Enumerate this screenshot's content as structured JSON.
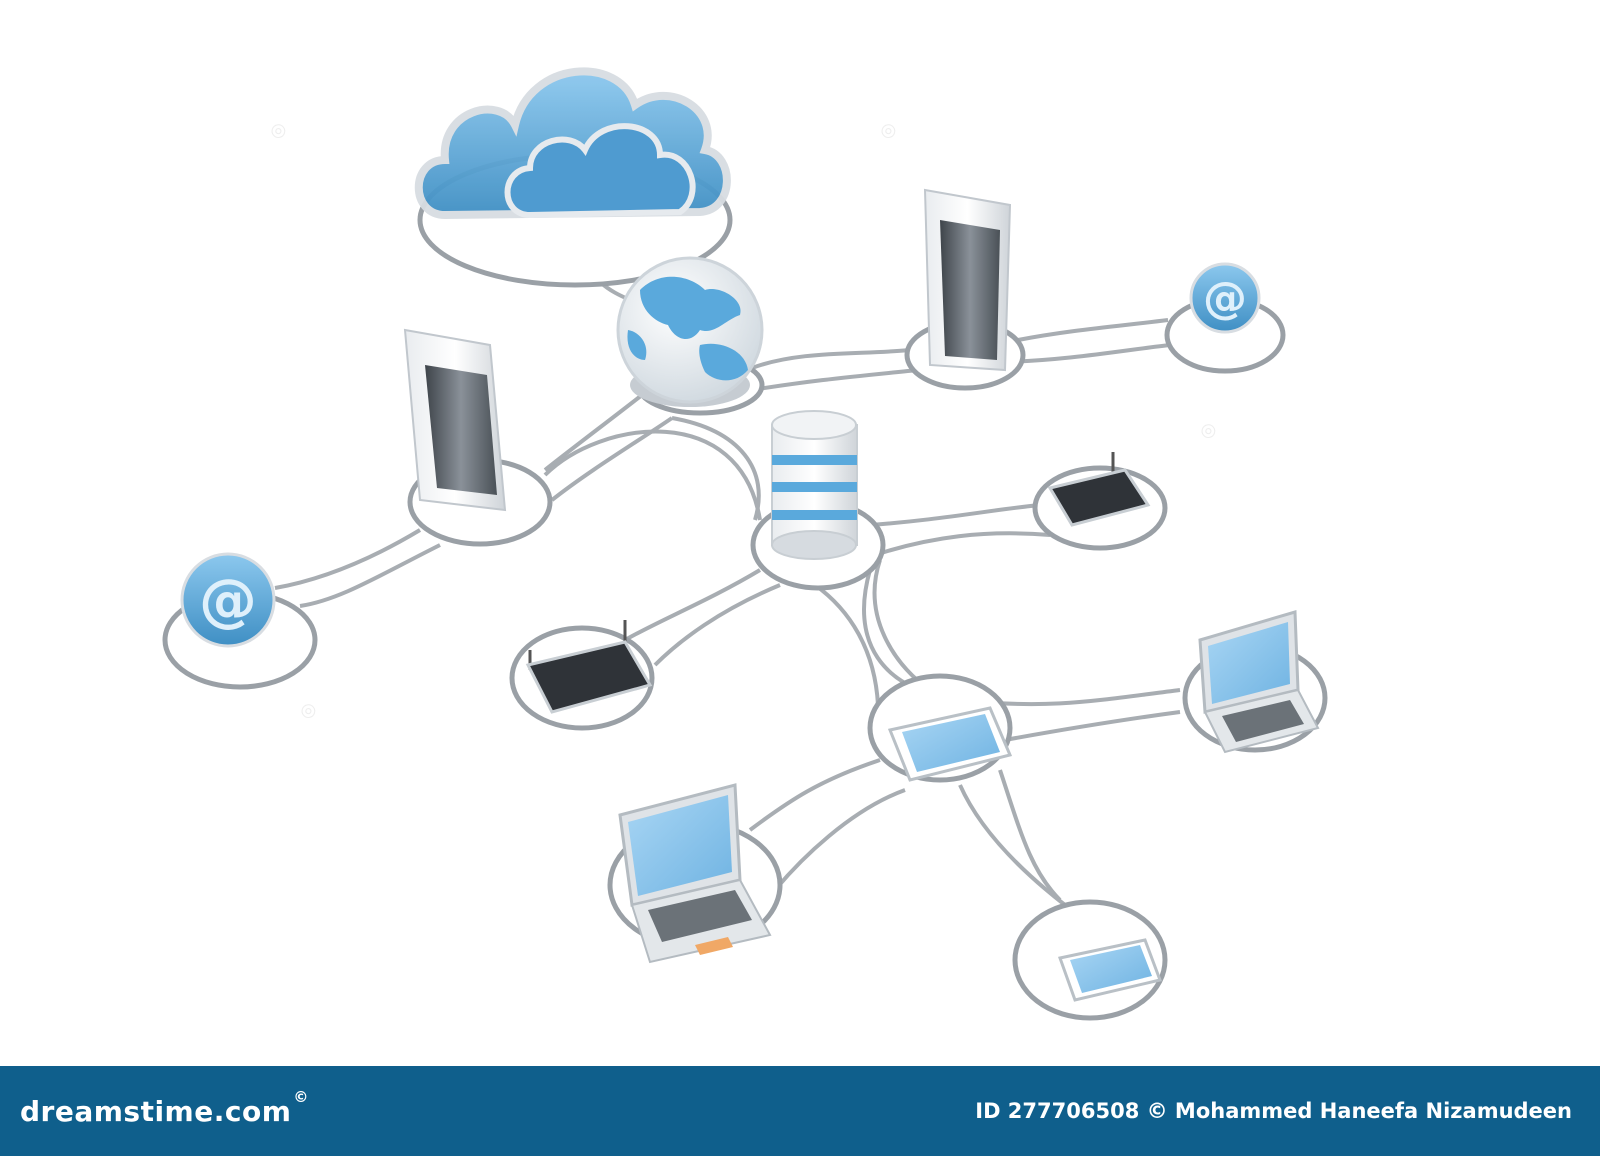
{
  "colors": {
    "footer_background": "#0f5f8c",
    "accent_blue": "#5aa9dc",
    "cable_gray": "#a8adb2",
    "node_ring": "#9aa0a6"
  },
  "footer": {
    "brand_prefix": "dreamstime.com",
    "brand_mark": "©",
    "credit": "ID 277706508 © Mohammed Haneefa Nizamudeen"
  },
  "nodes": [
    {
      "id": "cloud",
      "icon": "cloud-icon"
    },
    {
      "id": "globe",
      "icon": "globe-icon"
    },
    {
      "id": "server-left",
      "icon": "server-tower-icon"
    },
    {
      "id": "server-right",
      "icon": "server-tower-icon"
    },
    {
      "id": "email-right",
      "icon": "at-sign-icon"
    },
    {
      "id": "email-left",
      "icon": "at-sign-icon"
    },
    {
      "id": "database",
      "icon": "database-icon"
    },
    {
      "id": "router-right",
      "icon": "router-icon"
    },
    {
      "id": "router-left",
      "icon": "router-icon"
    },
    {
      "id": "tablet-center",
      "icon": "tablet-icon"
    },
    {
      "id": "laptop-right",
      "icon": "laptop-icon"
    },
    {
      "id": "laptop-left",
      "icon": "laptop-icon"
    },
    {
      "id": "tablet-bottom",
      "icon": "tablet-icon"
    }
  ]
}
